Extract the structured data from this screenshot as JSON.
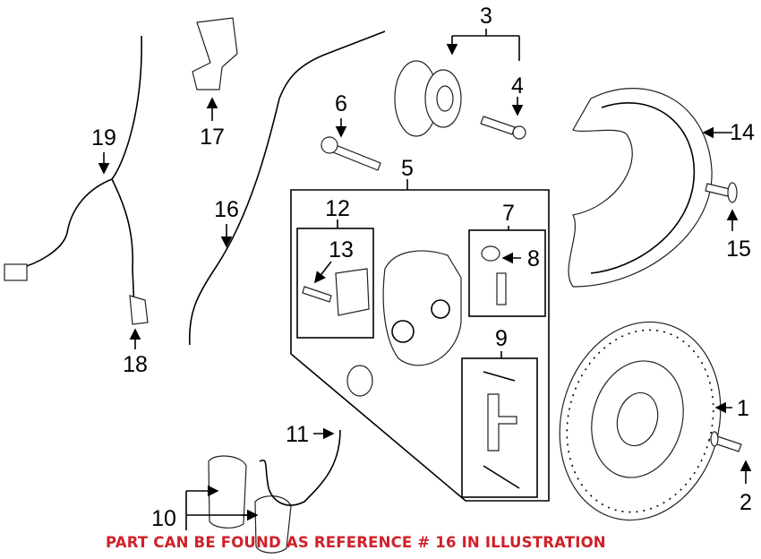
{
  "callouts": {
    "c1": "1",
    "c2": "2",
    "c3": "3",
    "c4": "4",
    "c5": "5",
    "c6": "6",
    "c7": "7",
    "c8": "8",
    "c9": "9",
    "c10": "10",
    "c11": "11",
    "c12": "12",
    "c13": "13",
    "c14": "14",
    "c15": "15",
    "c16": "16",
    "c17": "17",
    "c18": "18",
    "c19": "19"
  },
  "note": "PART CAN BE FOUND AS REFERENCE # 16 IN ILLUSTRATION",
  "colors": {
    "note": "#d0202a",
    "line": "#000000"
  }
}
